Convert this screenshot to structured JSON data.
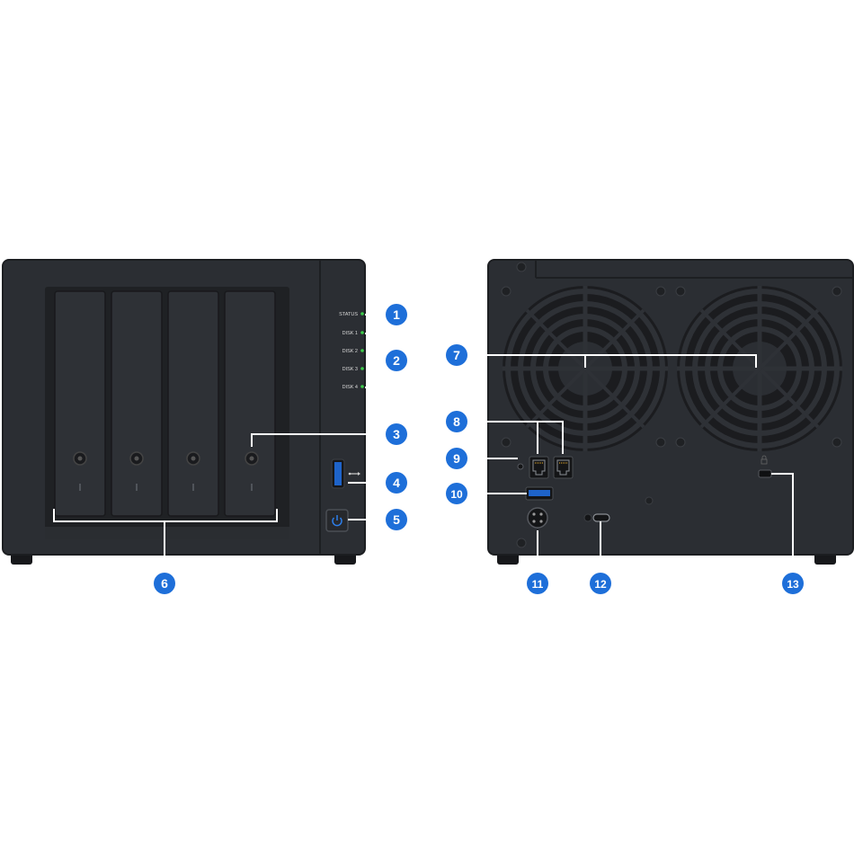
{
  "colors": {
    "chassis": "#2b2e33",
    "chassis_edge": "#1f2125",
    "bay": "#222428",
    "accent": "#1e6fd9",
    "callout_line": "#ffffff",
    "led_green": "#3ccc4a"
  },
  "front": {
    "led_labels": [
      "STATUS",
      "DISK 1",
      "DISK 2",
      "DISK 3",
      "DISK 4"
    ],
    "usb_icon": "usb-icon",
    "power_icon": "power-icon"
  },
  "rear": {
    "fan_icon": "fan-grille-icon",
    "lan_icon": "ethernet-port-icon",
    "lock_icon": "kensington-lock-icon"
  },
  "callouts": [
    "1",
    "2",
    "3",
    "4",
    "5",
    "6",
    "7",
    "8",
    "9",
    "10",
    "11",
    "12",
    "13"
  ]
}
